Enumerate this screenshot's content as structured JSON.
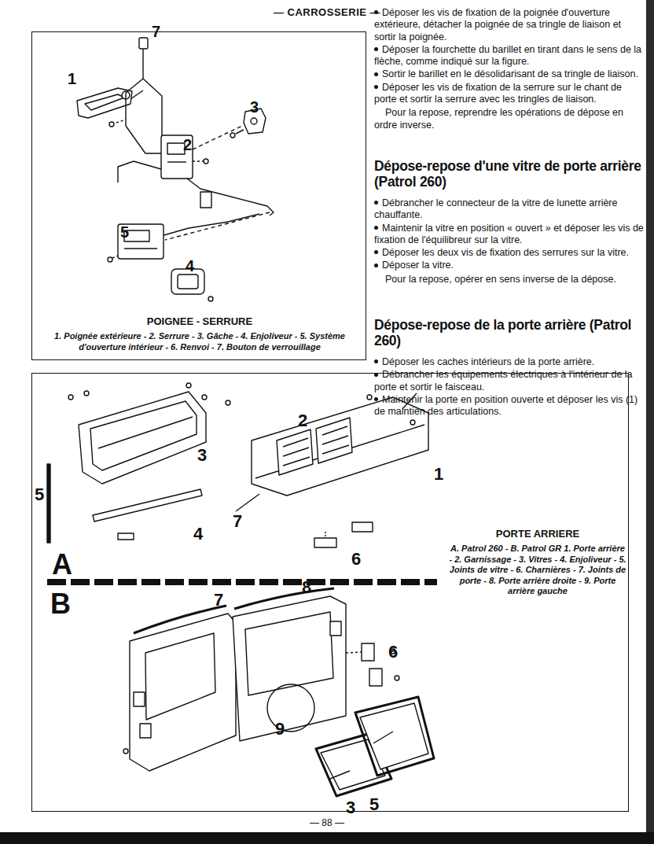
{
  "diagram": {
    "title": "— CARROSSERIE —",
    "nodes": [
      {
        "text": [
          "POIGNEE - SERRURE",
          "1. Poignée extérieure - 2. Serrure - 3. Gâche - 4. Enjoliveur - 5. Système d'ouverture intérieur - 6. Renvoi - 7. Bouton de verrouillage"
        ]
      },
      {
        "text": [
          "PORTE ARRIERE",
          "A. Patrol 260 - B. Patrol GR 1. Porte arrière - 2. Garnissage - 3. Vitres - 4. Enjoliveur - 5. Joints de vitre - 6. Charnières - 7. Joints de porte - 8. Porte arrière droite - 9. Porte arrière gauche"
        ]
      }
    ],
    "labels": [
      "Déposer les vis de fixation de la poignée d'ouverture extérieure, détacher la poignée de sa tringle de liaison et sortir la poignée.",
      "Déposer la fourchette du barillet en tirant dans le sens de la flèche, comme indiqué sur la figure.",
      "Sortir le barillet en le désolidarisant de sa tringle de liaison.",
      "Déposer les vis de fixation de la serrure sur le chant de porte et sortir la serrure avec les tringles de liaison.",
      "Pour la repose, reprendre les opérations de dépose en ordre inverse.",
      "Dépose-repose d'une vitre de porte arrière (Patrol 260)",
      "Débrancher le connecteur de la vitre de lunette arrière chauffante.",
      "Maintenir la vitre en position « ouvert » et déposer les vis de fixation de l'équilibreur sur la vitre.",
      "Déposer les deux vis de fixation des serrures sur la vitre.",
      "Déposer la vitre.",
      "Pour la repose, opérer en sens inverse de la dépose.",
      "Dépose-repose de la porte arrière (Patrol 260)",
      "Déposer les caches intérieurs de la porte arrière.",
      "Débrancher les équipements électriques à l'intérieur de la porte et sortir le faisceau.",
      "Maintenir la porte en position ouverte et déposer les vis (1) de maintien des articulations.",
      "1",
      "7",
      "2",
      "3",
      "5",
      "4",
      "A",
      "2",
      "3",
      "1",
      "5",
      "4",
      "7",
      "6",
      "B",
      "7",
      "8",
      "6",
      "9",
      "5",
      "3",
      "— 88 —"
    ]
  }
}
